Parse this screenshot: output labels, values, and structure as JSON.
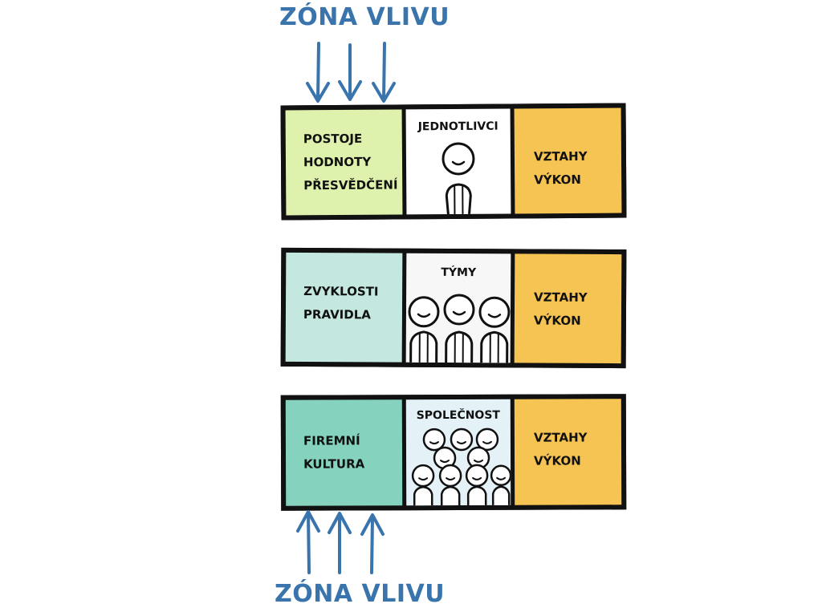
{
  "zone_top": {
    "title": "ZÓNA VLIVU"
  },
  "zone_bottom": {
    "title": "ZÓNA VLIVU"
  },
  "rows": [
    {
      "level": "JEDNOTLIVCI",
      "left_lines": [
        "POSTOJE",
        "HODNOTY",
        "PŘESVĚDČENÍ"
      ],
      "right_lines": [
        "VZTAHY",
        "VÝKON"
      ],
      "left_color": "#dff2ad"
    },
    {
      "level": "TÝMY",
      "left_lines": [
        "ZVYKLOSTI",
        "PRAVIDLA"
      ],
      "right_lines": [
        "VZTAHY",
        "VÝKON"
      ],
      "left_color": "#c4e8df"
    },
    {
      "level": "SPOLEČNOST",
      "left_lines": [
        "FIREMNÍ",
        "KULTURA"
      ],
      "right_lines": [
        "VZTAHY",
        "VÝKON"
      ],
      "left_color": "#85d2bf"
    }
  ],
  "colors": {
    "arrow": "#3a74ad",
    "outcome": "#f5c453",
    "border": "#111111"
  }
}
